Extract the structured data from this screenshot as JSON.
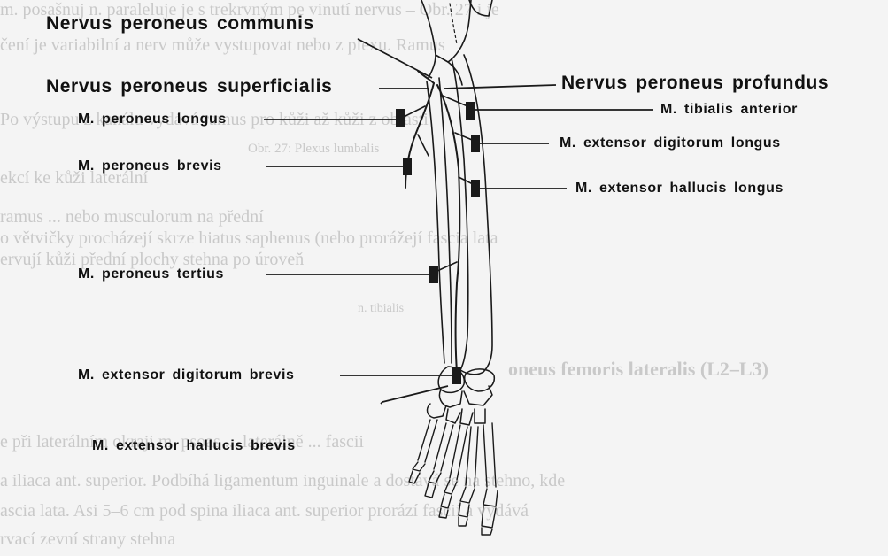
{
  "labels": {
    "nervus_peroneus_communis": "Nervus peroneus communis",
    "nervus_peroneus_superficialis": "Nervus peroneus superficialis",
    "nervus_peroneus_profundus": "Nervus peroneus profundus",
    "m_peroneus_longus": "M. peroneus longus",
    "m_peroneus_brevis": "M. peroneus brevis",
    "m_peroneus_tertius": "M. peroneus tertius",
    "m_extensor_digitorum_brevis": "M. extensor digitorum brevis",
    "m_extensor_hallucis_brevis": "M. extensor hallucis brevis",
    "m_tibialis_anterior": "M. tibialis anterior",
    "m_extensor_digitorum_longus": "M. extensor digitorum longus",
    "m_extensor_hallucis_longus": "M. extensor hallucis longus"
  },
  "background_text": {
    "line_1": "m. posašnuj n. paraleluje je s trekrvným pe vinutí nervus – Obr. 27 i je",
    "line_2": "čení je variabilní a nerv může vystupovat nebo z plexu. Ramus",
    "line_3": "Po výstupu z kanálu vydává ramus pro kůži až kůži z oblasti",
    "line_4": "ekcí ke kůži laterální",
    "line_5": "Obr. 27: Plexus lumbalis",
    "line_6": "ramus ... nebo musculorum na přední",
    "line_7": "o větvičky procházejí skrze hiatus saphenus (nebo prorážejí fascia lata",
    "line_8": "ervují kůži přední plochy stehna po úroveň",
    "line_9": "n. tibialis",
    "line_10": "oneus femoris lateralis (L2–L3)",
    "line_11": "e při laterálním okraji m. psoas ... laterálně ... fascii",
    "line_12": "a iliaca ant. superior. Podbíhá ligamentum inguinale a dostává se na stehno, kde",
    "line_13": "ascia lata. Asi 5–6 cm pod spina iliaca ant. superior prorází fascii a vydává",
    "line_14": "rvací zevní strany stehna"
  }
}
